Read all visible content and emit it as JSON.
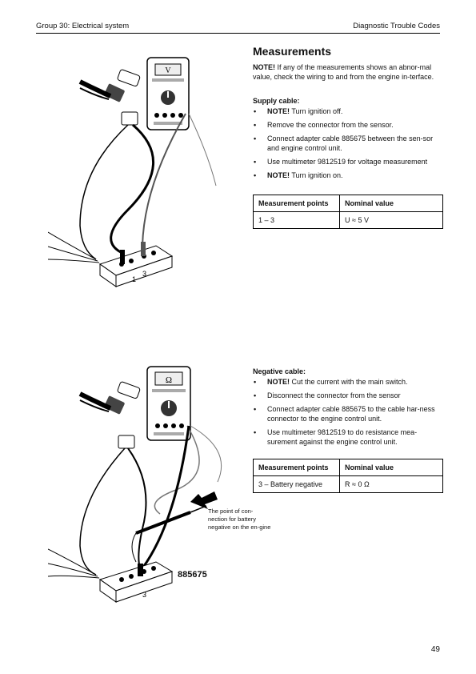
{
  "header": {
    "left": "Group 30: Electrical system",
    "right": "Diagnostic Trouble Codes"
  },
  "section": {
    "title": "Measurements",
    "note_label": "NOTE!",
    "note_text": " If any of the measurements shows an abnor-mal value, check the wiring to and from the engine in-terface."
  },
  "supply": {
    "heading": "Supply cable:",
    "items": [
      {
        "bold": "NOTE!",
        "text": " Turn ignition off."
      },
      {
        "bold": "",
        "text": "Remove the connector from the sensor."
      },
      {
        "bold": "",
        "text": "Connect adapter cable 885675 between the sen-sor and engine control unit."
      },
      {
        "bold": "",
        "text": "Use multimeter 9812519 for voltage measurement"
      },
      {
        "bold": "NOTE!",
        "text": " Turn ignition on."
      }
    ],
    "table": {
      "headers": [
        "Measurement points",
        "Nominal value"
      ],
      "rows": [
        [
          "1 – 3",
          "U ≈ 5 V"
        ]
      ]
    }
  },
  "negative": {
    "heading": "Negative cable:",
    "items": [
      {
        "bold": "NOTE!",
        "text": " Cut the current with the main switch."
      },
      {
        "bold": "",
        "text": "Disconnect the connector from the sensor"
      },
      {
        "bold": "",
        "text": "Connect adapter cable 885675 to the cable har-ness connector to the engine control unit."
      },
      {
        "bold": "",
        "text": "Use multimeter 9812519 to do resistance mea-surement against the engine control unit."
      }
    ],
    "table": {
      "headers": [
        "Measurement points",
        "Nominal value"
      ],
      "rows": [
        [
          "3 – Battery negative",
          "R ≈ 0 Ω"
        ]
      ]
    }
  },
  "figure1": {
    "meter_symbol": "V",
    "pin_a": "1",
    "pin_b": "3"
  },
  "figure2": {
    "meter_symbol": "Ω",
    "pin_b": "3",
    "caption": "The point of con-nection for battery negative on the en-gine",
    "part_no": "885675"
  },
  "page_number": "49"
}
